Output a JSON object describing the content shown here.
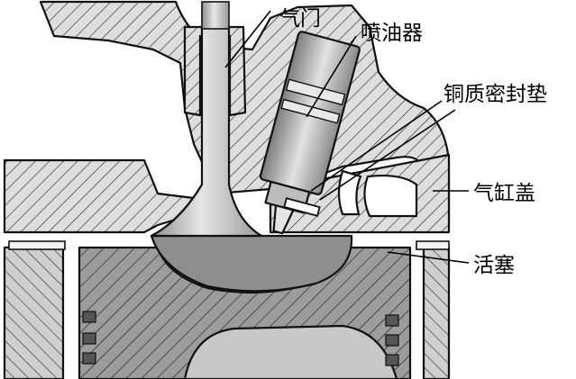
{
  "labels": {
    "valve": "气门",
    "injector": "喷油器",
    "copper_seal": "铜质密封垫",
    "cylinder_head": "气缸盖",
    "piston": "活塞"
  },
  "colors": {
    "line": "#111111",
    "head_fill": "#d9d9d9",
    "piston_fill": "#9a9a9a",
    "chamber_fill": "#8c8c8c",
    "metal_fill": "#cfcfcf",
    "valve_fill": "#bdbdbd",
    "hatch": "#222222",
    "background": "#ffffff"
  }
}
